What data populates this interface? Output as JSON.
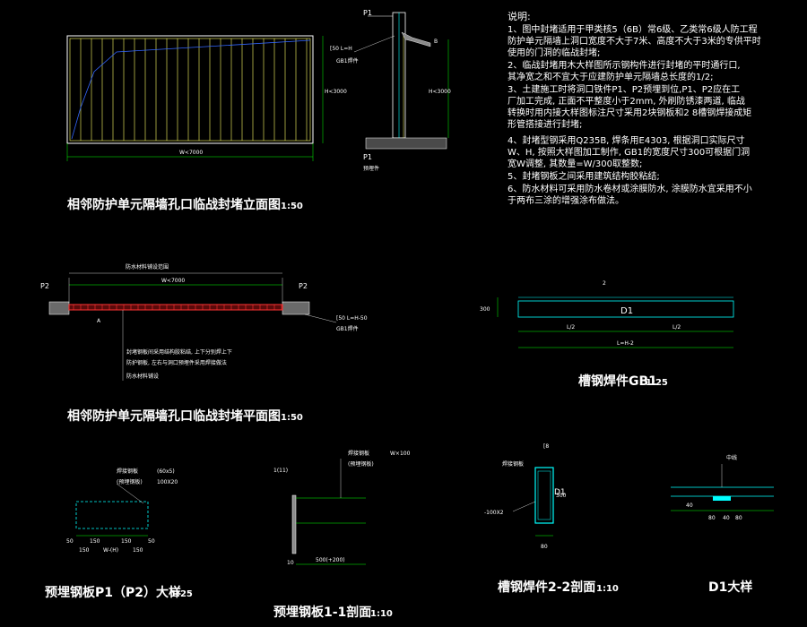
{
  "colors": {
    "bg": "#000000",
    "outline": "#ffffff",
    "panel": "#ffff66",
    "grid": "#00ffff",
    "dim": "#00ff00",
    "diag": "#3366ff",
    "seal": "#ff3333",
    "wall": "#8a8a8a"
  },
  "drawings": {
    "elevation": {
      "title": "相邻防护单元隔墙孔口临战封堵立面图",
      "scale": "1:50",
      "dim_w": "W<7000",
      "dim_h": "H<3000"
    },
    "section_side": {
      "p1_top": "P1",
      "p1_bottom": "P1",
      "bottom_label": "预埋件",
      "dim_h": "H<3000",
      "label_steel": "[50 L=H",
      "label_gb": "GB1焊件",
      "mark_b": "B"
    },
    "notes": {
      "heading": "说明:",
      "lines": [
        "1、图中封堵适用于甲类核5（6B）常6级、乙类常6级人防工程",
        "防护单元隔墙上洞口宽度不大于7米、高度不大于3米的专供平时",
        "使用的门洞的临战封堵;",
        "2、临战封堵用木大样图所示钢构件进行封堵的平时通行口,",
        "其净宽之和不宜大于应建防护单元隔墙总长度的1/2;",
        "3、土建施工时将洞口铁件P1、P2预埋到位,P1、P2应在工",
        "厂加工完成, 正面不平整度小于2mm, 外刷防锈漆两道, 临战",
        "转换时用内接大样图标注尺寸采用2块钢板和2 8槽钢焊接成矩",
        "形管搭接进行封堵;",
        "4、封堵型钢采用Q235B, 焊条用E4303, 根据洞口实际尺寸",
        "W、H, 按照大样图加工制作, GB1的宽度尺寸300可根据门洞",
        "宽W调整, 其数量=W/300取整数;",
        "5、封堵钢板之间采用建筑结构胶粘结;",
        "6、防水材料可采用防水卷材或涂膜防水, 涂膜防水宜采用不小",
        "于两布三涂的增强涂布做法。"
      ]
    },
    "plan": {
      "title": "相邻防护单元隔墙孔口临战封堵平面图",
      "scale": "1:50",
      "p2_left": "P2",
      "p2_right": "P2",
      "top_note": "防水材料铺设范围",
      "dim_w": "W<7000",
      "mark_a": "A",
      "label_right1": "[50 L=H-50",
      "label_right2": "GB1焊件",
      "callout": [
        "封堵钢板间采用结构胶粘结, 上下分别焊上下",
        "防护钢板, 左右与洞口预埋件采用焊接做法",
        "防水材料铺设"
      ]
    },
    "gb1": {
      "title": "槽钢焊件GB1",
      "scale": "1:25",
      "center_label": "D1",
      "dim_left": "300",
      "dim_l1": "L/2",
      "dim_l2": "L/2",
      "dim_total": "L=H-2",
      "mark_2": "2"
    },
    "p1_detail": {
      "title": "预埋钢板P1（P2）大样",
      "scale": "1:25",
      "label1": "焊接钢板",
      "label2": "(预埋钢板)",
      "tag1": "(60x5)",
      "tag2": "100X20",
      "dims": [
        "50",
        "150",
        "150",
        "W-(H)",
        "150",
        "150",
        "50"
      ]
    },
    "p1_section": {
      "title": "预埋钢板1-1剖面",
      "scale": "1:10",
      "top_label": "1(11)",
      "label_a": "焊接钢板",
      "label_b": "(预埋钢板)",
      "tag": "W×100",
      "dim_bottom": "500(+200)",
      "dim_left": "10"
    },
    "gb1_section": {
      "title": "槽钢焊件2-2剖面",
      "scale": "1:10",
      "label_top": "[8",
      "label_left": "焊接钢板",
      "label_d1": "D1",
      "label_bottom": "-100X2",
      "dim_right": "300",
      "dim_bottom": "80"
    },
    "d1_detail": {
      "title": "D1大样",
      "label_top": "中线",
      "dims": [
        "40",
        "80",
        "40",
        "80"
      ]
    }
  }
}
